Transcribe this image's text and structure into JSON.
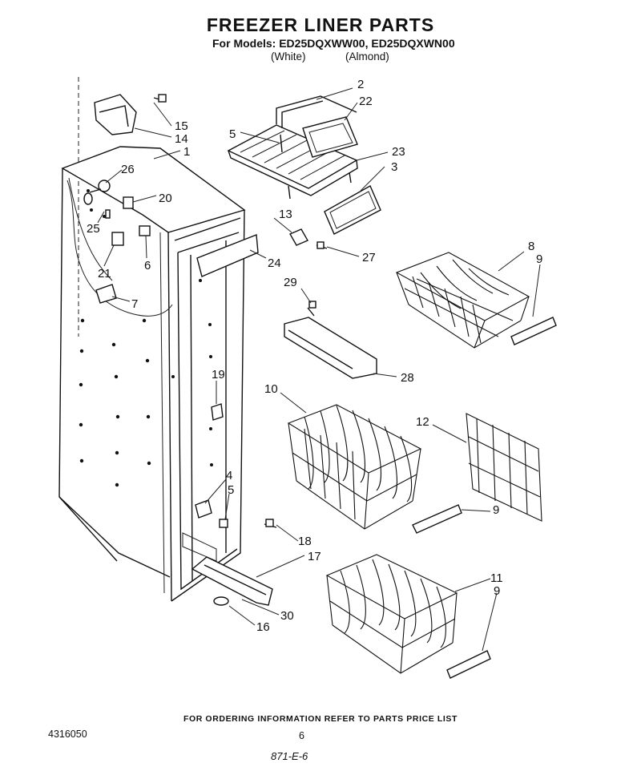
{
  "header": {
    "title": "FREEZER LINER PARTS",
    "models_line": "For Models: ED25DQXWW00, ED25DQXWN00",
    "variant_white": "(White)",
    "variant_almond": "(Almond)"
  },
  "callouts": [
    {
      "id": "c2",
      "text": "2"
    },
    {
      "id": "c22",
      "text": "22"
    },
    {
      "id": "c15",
      "text": "15"
    },
    {
      "id": "c14",
      "text": "14"
    },
    {
      "id": "c1",
      "text": "1"
    },
    {
      "id": "c5a",
      "text": "5"
    },
    {
      "id": "c23",
      "text": "23"
    },
    {
      "id": "c3",
      "text": "3"
    },
    {
      "id": "c26",
      "text": "26"
    },
    {
      "id": "c20",
      "text": "20"
    },
    {
      "id": "c25",
      "text": "25"
    },
    {
      "id": "c13",
      "text": "13"
    },
    {
      "id": "c27",
      "text": "27"
    },
    {
      "id": "c24",
      "text": "24"
    },
    {
      "id": "c6",
      "text": "6"
    },
    {
      "id": "c21",
      "text": "21"
    },
    {
      "id": "c8",
      "text": "8"
    },
    {
      "id": "c9a",
      "text": "9"
    },
    {
      "id": "c29",
      "text": "29"
    },
    {
      "id": "c7",
      "text": "7"
    },
    {
      "id": "c28",
      "text": "28"
    },
    {
      "id": "c10",
      "text": "10"
    },
    {
      "id": "c19",
      "text": "19"
    },
    {
      "id": "c12",
      "text": "12"
    },
    {
      "id": "c4",
      "text": "4"
    },
    {
      "id": "c5b",
      "text": "5"
    },
    {
      "id": "c9b",
      "text": "9"
    },
    {
      "id": "c18",
      "text": "18"
    },
    {
      "id": "c17",
      "text": "17"
    },
    {
      "id": "c11",
      "text": "11"
    },
    {
      "id": "c9c",
      "text": "9"
    },
    {
      "id": "c30",
      "text": "30"
    },
    {
      "id": "c16",
      "text": "16"
    }
  ],
  "footer": {
    "ordering_note": "FOR ORDERING INFORMATION REFER TO PARTS PRICE LIST",
    "document_number": "4316050",
    "page_number": "6",
    "handwritten_mark": "871-E-6"
  }
}
